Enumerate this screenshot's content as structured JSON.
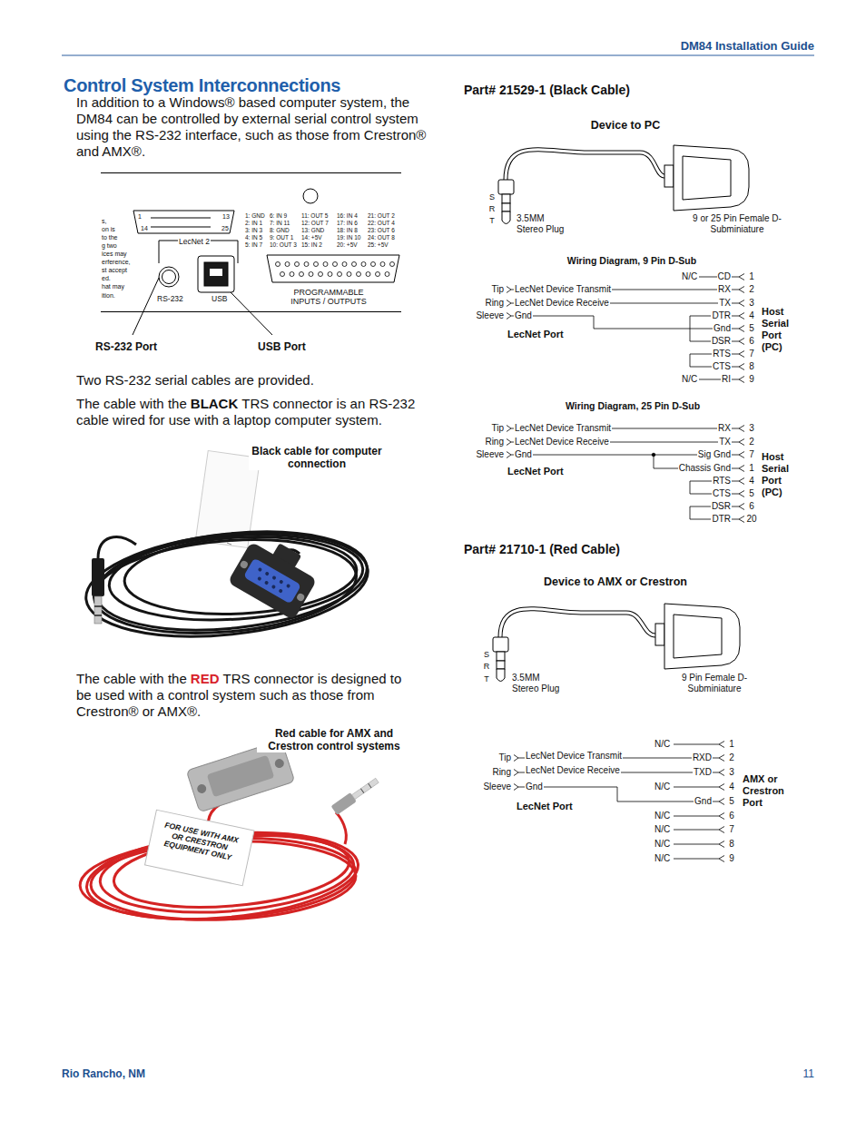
{
  "diagram": {
    "title": "Control System Interconnections",
    "nodes": [
      {
        "text": [
          "s,",
          "on is",
          "to the",
          "g two",
          "ices may",
          "erference,",
          "st accept",
          "ed.",
          "hat may",
          "ition.",
          "1",
          "13",
          "14",
          "25",
          "1: GND",
          "2: IN 1",
          "3: IN 3",
          "4: IN 5",
          "5: IN 7",
          "6: IN 9",
          "7: IN 11",
          "8: GND",
          "9: OUT 1",
          "10: OUT 3",
          "11: OUT 5",
          "12: OUT 7",
          "13: GND",
          "14: +5V",
          "15: IN 2",
          "16: IN 4",
          "17: IN 6",
          "18: IN 8",
          "19: IN 10",
          "20: +5V",
          "21: OUT 2",
          "22: OUT 4",
          "23: OUT 6",
          "24: OUT 8",
          "25: +5V",
          "LecNet 2",
          "RS-232",
          "USB",
          "PROGRAMMABLE INPUTS / OUTPUTS"
        ]
      }
    ],
    "labels": [
      "DM84 Installation Guide",
      "Rio Rancho, NM",
      "11",
      "In addition to a Windows® based computer system, the DM84 can be controlled by external serial control system using the RS-232 interface, such as those from Crestron® and AMX®.",
      "RS-232 Port",
      "USB Port",
      "Two RS-232 serial cables are provided.",
      "The cable with the",
      "BLACK",
      "TRS connector is an RS-232 cable wired for use with a laptop computer system.",
      "Black cable for computer connection",
      "The cable with the",
      "RED",
      "TRS connector is designed to be used with a control system such as those from Crestron® or AMX®.",
      "Red cable for AMX and Crestron control systems",
      "FOR USE WITH AMX OR CRESTRON EQUIPMENT ONLY",
      "Part# 21529-1 (Black Cable)",
      "Device to PC",
      "S",
      "R",
      "T",
      "3.5MM Stereo Plug",
      "9 or 25 Pin Female D-Subminiature",
      "Wiring Diagram, 9 Pin D-Sub",
      "Tip",
      "LecNet Device Transmit",
      "Ring",
      "LecNet Device Receive",
      "Sleeve",
      "Gnd",
      "LecNet Port",
      "N/C",
      "CD",
      "1",
      "RX",
      "2",
      "TX",
      "3",
      "DTR",
      "4",
      "Gnd",
      "5",
      "DSR",
      "6",
      "RTS",
      "7",
      "CTS",
      "8",
      "N/C",
      "RI",
      "9",
      "Host Serial Port (PC)",
      "Wiring Diagram, 25 Pin D-Sub",
      "Tip",
      "LecNet Device Transmit",
      "Ring",
      "LecNet Device Receive",
      "Sleeve",
      "Gnd",
      "LecNet Port",
      "RX",
      "3",
      "TX",
      "2",
      "Sig Gnd",
      "7",
      "Chassis Gnd",
      "1",
      "RTS",
      "4",
      "CTS",
      "5",
      "DSR",
      "6",
      "DTR",
      "20",
      "Host Serial Port (PC)",
      "Part# 21710-1 (Red Cable)",
      "Device to AMX or Crestron",
      "S",
      "R",
      "T",
      "3.5MM Stereo Plug",
      "9 Pin Female D-Subminiature",
      "N/C",
      "1",
      "Tip",
      "LecNet Device Transmit",
      "RXD",
      "2",
      "Ring",
      "LecNet Device Receive",
      "TXD",
      "3",
      "Sleeve",
      "Gnd",
      "N/C",
      "4",
      "Gnd",
      "5",
      "N/C",
      "6",
      "N/C",
      "7",
      "N/C",
      "8",
      "N/C",
      "9",
      "LecNet Port",
      "AMX or Crestron Port"
    ]
  }
}
